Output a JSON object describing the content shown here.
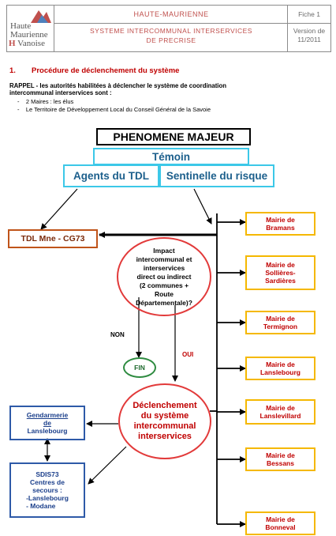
{
  "header": {
    "logo": {
      "line1": "Haute",
      "line2": "Maurienne",
      "line3": "Vanoise"
    },
    "org": "HAUTE-MAURIENNE",
    "doc_title_1": "SYSTEME INTERCOMMUNAL INTERSERVICES",
    "doc_title_2": "DE PRECRISE",
    "fiche": "Fiche 1",
    "version_1": "Version de",
    "version_2": "11/2011"
  },
  "section": {
    "number": "1.",
    "title": "Procédure de déclenchement du système"
  },
  "rappel": {
    "line1": "RAPPEL - les autorités habilitées à déclencher le système de coordination",
    "line2": "intercommunal interservices sont :",
    "items": [
      "2 Maires : les élus",
      "Le Territoire de Développement Local du Conseil Général de la Savoie"
    ]
  },
  "diagram": {
    "phenomene": "PHENOMENE MAJEUR",
    "temoin": "Témoin",
    "agents": "Agents du TDL",
    "sentinelle": "Sentinelle du risque",
    "tdl": "TDL Mne - CG73",
    "impact": [
      "Impact",
      "intercommunal et",
      "interservices",
      "direct ou indirect",
      "(2 communes +",
      "Route",
      "Départementale)?"
    ],
    "non": "NON",
    "oui": "OUI",
    "fin": "FIN",
    "declenchement": [
      "Déclenchement",
      "du système",
      "intercommunal",
      "interservices"
    ],
    "gendarmerie": [
      "Gendarmerie",
      "de",
      "Lanslebourg"
    ],
    "sdis": [
      "SDIS73",
      "Centres de",
      "secours :",
      "-Lanslebourg",
      "- Modane"
    ],
    "mairies": [
      [
        "Mairie de",
        "Bramans"
      ],
      [
        "Mairie de",
        "Sollières-",
        "Sardières"
      ],
      [
        "Mairie de",
        "Termignon"
      ],
      [
        "Mairie de",
        "Lanslebourg"
      ],
      [
        "Mairie de",
        "Lanslevillard"
      ],
      [
        "Mairie de",
        "Bessans"
      ],
      [
        "Mairie de",
        "Bonneval"
      ]
    ]
  }
}
